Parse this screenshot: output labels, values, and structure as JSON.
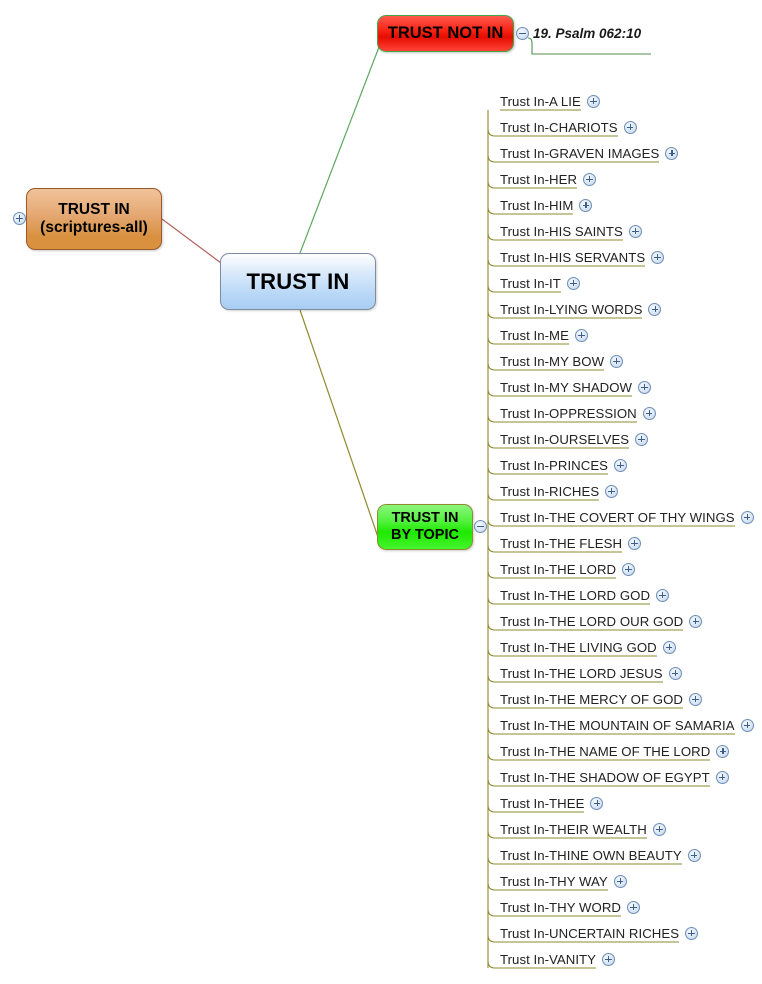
{
  "map": {
    "root": {
      "label": "TRUST IN",
      "color": "#b9d8f7"
    },
    "branches": [
      {
        "id": "scriptures",
        "label": "TRUST IN\n(scriptures-all)",
        "color": "#d9913f",
        "collapsed": true,
        "toggle": "plus-icon"
      },
      {
        "id": "trust-not-in",
        "label": "TRUST NOT IN",
        "color": "#f72213",
        "collapsed": false,
        "toggle": "minus-icon"
      },
      {
        "id": "by-topic",
        "label": "TRUST IN\nBY TOPIC",
        "color": "#1ee800",
        "collapsed": false,
        "toggle": "minus-icon"
      }
    ],
    "trust_not_in_children": [
      {
        "label": "19. Psalm 062:10"
      }
    ],
    "by_topic_children": [
      {
        "label": "Trust In-A LIE"
      },
      {
        "label": "Trust In-CHARIOTS"
      },
      {
        "label": "Trust In-GRAVEN IMAGES"
      },
      {
        "label": "Trust In-HER"
      },
      {
        "label": "Trust In-HIM"
      },
      {
        "label": "Trust In-HIS SAINTS"
      },
      {
        "label": "Trust In-HIS SERVANTS"
      },
      {
        "label": "Trust In-IT"
      },
      {
        "label": "Trust In-LYING WORDS"
      },
      {
        "label": "Trust In-ME"
      },
      {
        "label": "Trust In-MY BOW"
      },
      {
        "label": "Trust In-MY SHADOW"
      },
      {
        "label": "Trust In-OPPRESSION"
      },
      {
        "label": "Trust In-OURSELVES"
      },
      {
        "label": "Trust In-PRINCES"
      },
      {
        "label": "Trust In-RICHES"
      },
      {
        "label": "Trust In-THE COVERT OF THY WINGS"
      },
      {
        "label": "Trust In-THE FLESH"
      },
      {
        "label": "Trust In-THE LORD"
      },
      {
        "label": "Trust In-THE LORD GOD"
      },
      {
        "label": "Trust In-THE LORD OUR GOD"
      },
      {
        "label": "Trust In-THE LIVING GOD"
      },
      {
        "label": "Trust In-THE LORD JESUS"
      },
      {
        "label": "Trust In-THE MERCY OF GOD"
      },
      {
        "label": "Trust In-THE MOUNTAIN OF SAMARIA"
      },
      {
        "label": "Trust In-THE NAME OF THE LORD"
      },
      {
        "label": "Trust In-THE SHADOW OF EGYPT"
      },
      {
        "label": "Trust In-THEE"
      },
      {
        "label": "Trust In-THEIR WEALTH"
      },
      {
        "label": "Trust In-THINE OWN BEAUTY"
      },
      {
        "label": "Trust In-THY WAY"
      },
      {
        "label": "Trust In-THY WORD"
      },
      {
        "label": "Trust In-UNCERTAIN RICHES"
      },
      {
        "label": "Trust In-VANITY"
      }
    ],
    "colors": {
      "connector_scriptures": "#b5625c",
      "connector_trust_not_in": "#5fa85f",
      "connector_by_topic": "#8e8b2f",
      "leaf_underline_topic": "#8e8b2f",
      "leaf_underline_psalm": "#4f8f4f",
      "toggle_fill": "#dbe7f6",
      "toggle_stroke": "#6f8fb5"
    }
  }
}
